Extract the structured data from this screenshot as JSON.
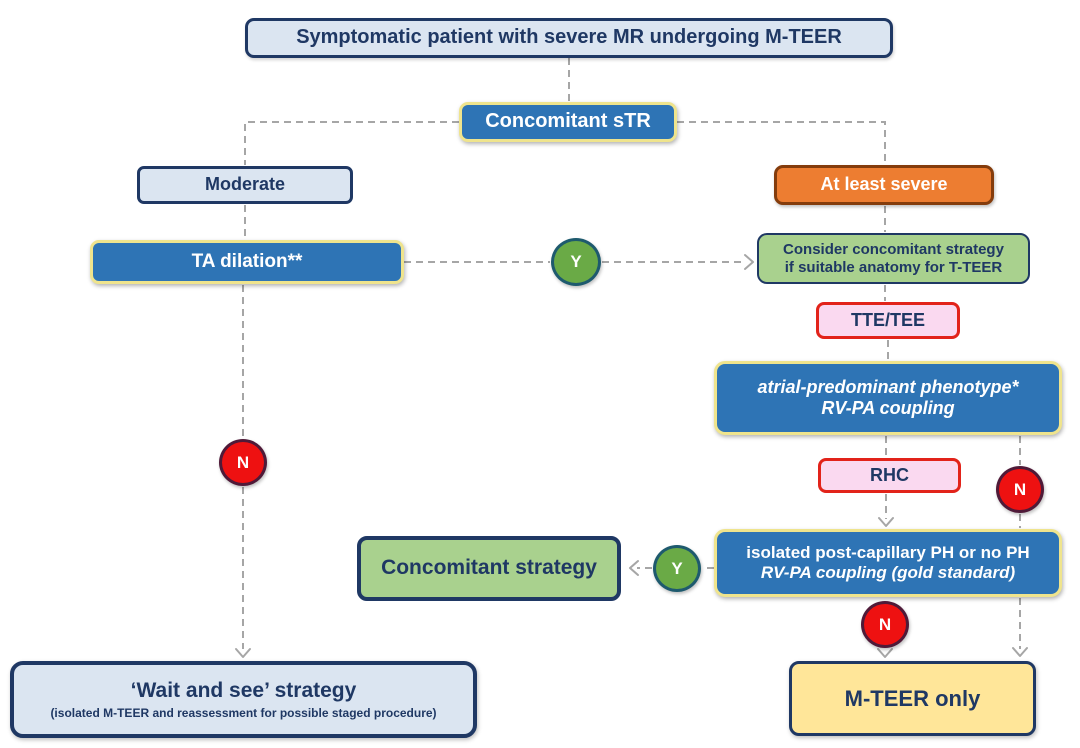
{
  "colors": {
    "background": "#ffffff",
    "navy": "#1f3864",
    "blue": "#2e74b5",
    "yellow_border": "#efe48d",
    "light_blue": "#dbe5f1",
    "orange": "#ed7d31",
    "orange_border": "#843c0c",
    "green_box": "#a9d18e",
    "green_circle": "#6aaa46",
    "green_circle_border": "#1e5a6e",
    "pink": "#fad9f0",
    "red_border": "#e2231a",
    "red_circle": "#ee1111",
    "red_circle_border": "#4f1a38",
    "yellow_box": "#ffe699",
    "connector": "#a6a6a6"
  },
  "flowchart": {
    "root": {
      "label": "Symptomatic patient with severe MR undergoing M-TEER"
    },
    "concomitant_str": {
      "label": "Concomitant sTR"
    },
    "decisions": {
      "yes": "Y",
      "no": "N"
    },
    "left_branch": {
      "moderate": {
        "label": "Moderate"
      },
      "ta_dilation": {
        "label": "TA dilation**"
      },
      "wait_and_see": {
        "title": "‘Wait and see’ strategy",
        "subtitle": "(isolated M-TEER and reassessment for possible staged procedure)"
      }
    },
    "middle": {
      "concomitant_strategy": {
        "label": "Concomitant strategy"
      }
    },
    "right_branch": {
      "at_least_severe": {
        "label": "At least severe"
      },
      "consider": {
        "line1": "Consider concomitant strategy",
        "line2": "if suitable anatomy for T-TEER"
      },
      "tte_tee": {
        "label": "TTE/TEE"
      },
      "atrial_phenotype": {
        "line1": "atrial-predominant phenotype*",
        "line2": "RV-PA coupling"
      },
      "rhc": {
        "label": "RHC"
      },
      "isolated_ph": {
        "line1": "isolated post-capillary PH or no PH",
        "line2": "RV-PA coupling (gold standard)"
      },
      "m_teer_only": {
        "label": "M-TEER only"
      }
    }
  }
}
